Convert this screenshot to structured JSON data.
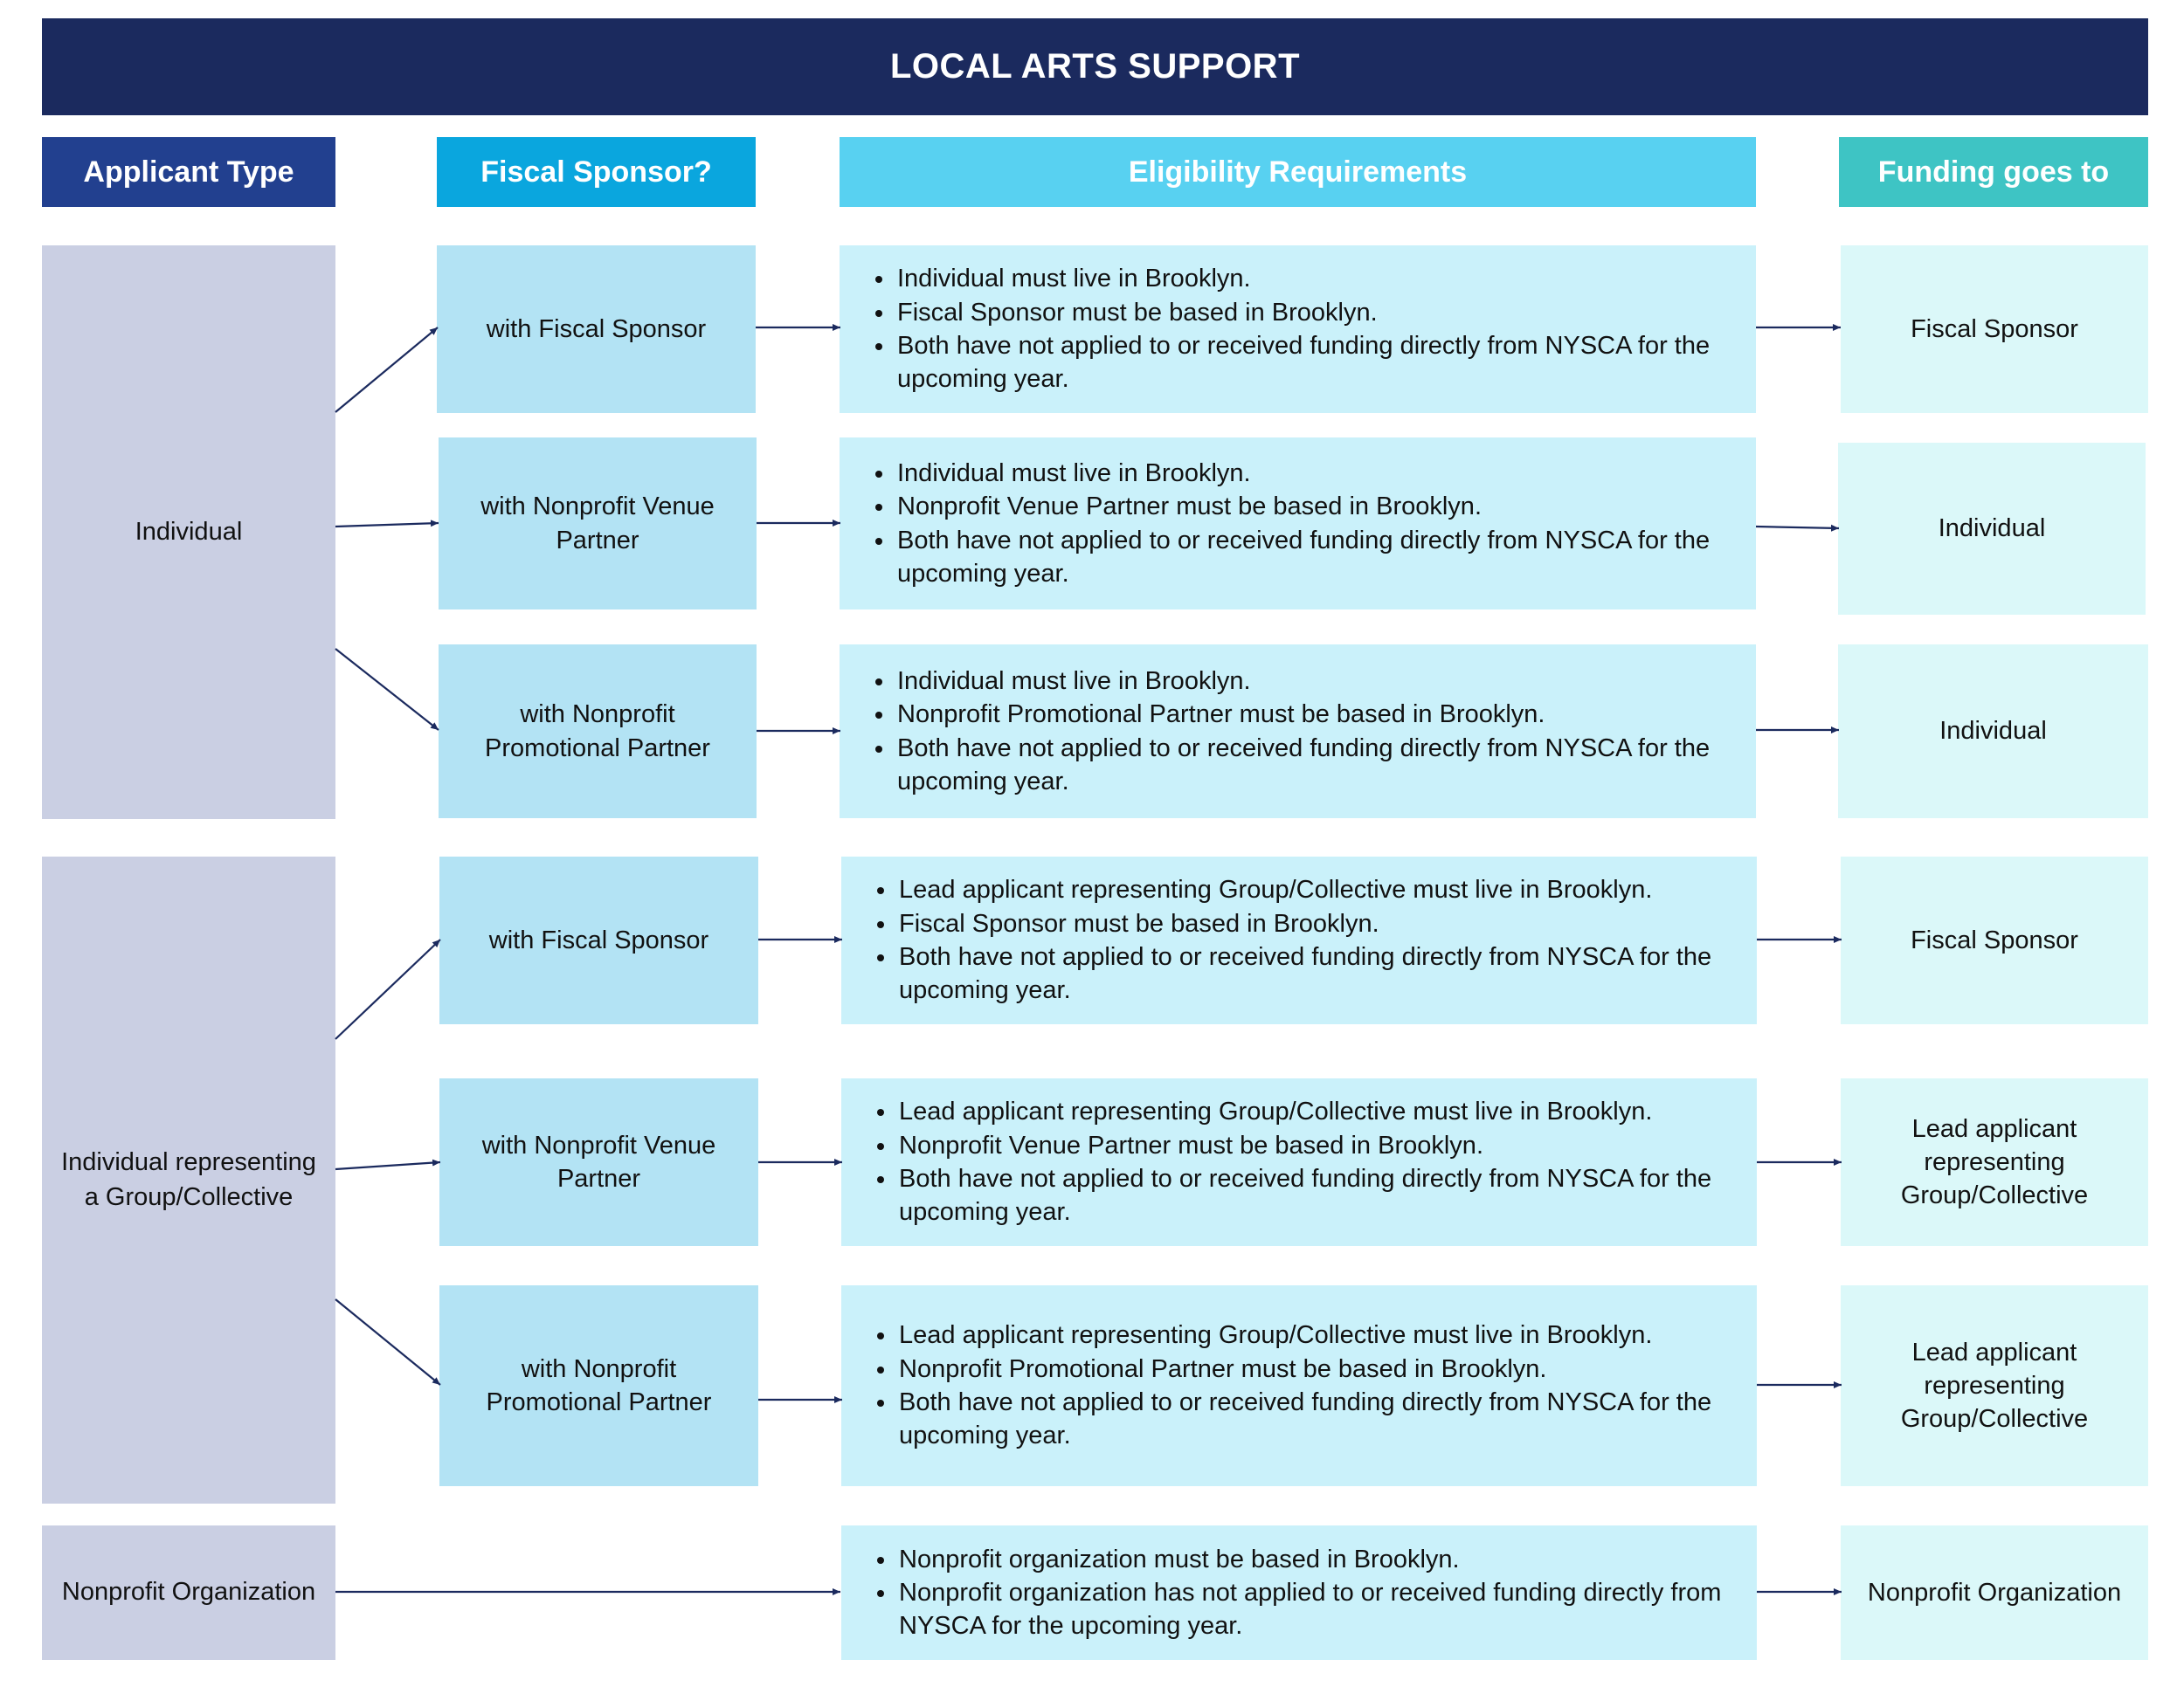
{
  "title": "LOCAL ARTS SUPPORT",
  "headers": {
    "applicant_type": "Applicant Type",
    "fiscal_sponsor": "Fiscal Sponsor?",
    "eligibility": "Eligibility Requirements",
    "funding": "Funding goes to"
  },
  "applicants": [
    "Individual",
    "Individual representing a Group/Collective",
    "Nonprofit Organization"
  ],
  "rows": [
    {
      "sponsor": "with Fiscal Sponsor",
      "requirements": [
        "Individual must live in Brooklyn.",
        "Fiscal Sponsor must be based in Brooklyn.",
        "Both have not applied to or received funding directly from NYSCA for the upcoming year."
      ],
      "funding": "Fiscal Sponsor"
    },
    {
      "sponsor": "with Nonprofit Venue Partner",
      "requirements": [
        "Individual must live in Brooklyn.",
        "Nonprofit Venue Partner must be based in Brooklyn.",
        "Both have not applied to or received funding directly from NYSCA for the upcoming year."
      ],
      "funding": "Individual"
    },
    {
      "sponsor": "with Nonprofit Promotional Partner",
      "requirements": [
        "Individual must live in Brooklyn.",
        "Nonprofit Promotional Partner must be based in Brooklyn.",
        "Both have not applied to or received funding directly from NYSCA for the upcoming year."
      ],
      "funding": "Individual"
    },
    {
      "sponsor": "with Fiscal Sponsor",
      "requirements": [
        "Lead applicant representing Group/Collective must live in Brooklyn.",
        "Fiscal Sponsor must be based in Brooklyn.",
        "Both have not applied to or received funding directly from NYSCA for the upcoming year."
      ],
      "funding": "Fiscal Sponsor"
    },
    {
      "sponsor": "with Nonprofit Venue Partner",
      "requirements": [
        "Lead applicant representing Group/Collective must live in Brooklyn.",
        "Nonprofit Venue Partner must be based in Brooklyn.",
        "Both have not applied to or received funding directly from NYSCA for the upcoming year."
      ],
      "funding": "Lead applicant representing Group/Collective"
    },
    {
      "sponsor": "with Nonprofit Promotional Partner",
      "requirements": [
        "Lead applicant representing Group/Collective must live in Brooklyn.",
        "Nonprofit Promotional Partner must be based in Brooklyn.",
        "Both have not applied to or received funding directly from NYSCA for the upcoming year."
      ],
      "funding": "Lead applicant representing Group/Collective"
    },
    {
      "sponsor": "",
      "requirements": [
        "Nonprofit organization must be based in Brooklyn.",
        "Nonprofit organization has not applied to or received funding directly from NYSCA for the upcoming year."
      ],
      "funding": "Nonprofit Organization"
    }
  ],
  "colors": {
    "title_bg": "#1b2a5e",
    "header_applicant": "#22408f",
    "header_fiscal": "#0aa6de",
    "header_eligibility": "#58d1f1",
    "header_funding": "#3ec4c4",
    "applicant_bg": "#cacfe3",
    "fiscal_bg": "#b3e3f4",
    "eligibility_bg": "#caf1fa",
    "funding_bg": "#dbf8f9",
    "arrow": "#1b2a5e"
  }
}
